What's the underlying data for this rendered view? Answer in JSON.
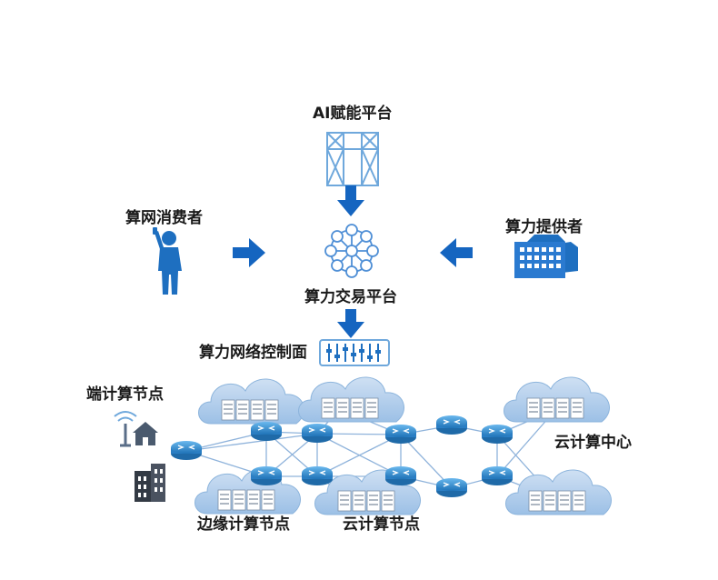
{
  "labels": {
    "ai_platform": "AI赋能平台",
    "consumer": "算网消费者",
    "provider": "算力提供者",
    "exchange": "算力交易平台",
    "control_plane": "算力网络控制面",
    "endpoint_nodes": "端计算节点",
    "cloud_center": "云计算中心",
    "edge_nodes": "边缘计算节点",
    "cloud_nodes": "云计算节点"
  },
  "colors": {
    "accent": "#1565c0",
    "light_blue": "#6fa8dc",
    "cloud_fill": "#e9f0f8",
    "link": "#8fb3db",
    "router": "#3a8fd0",
    "text": "#1a1a1a"
  },
  "icons": {
    "ai_platform": "ai-platform-grid-icon",
    "consumer": "businessman-icon",
    "provider": "building-icon",
    "exchange": "exchange-network-icon",
    "control_plane": "equalizer-icon",
    "wifi_house": "wifi-house-icon",
    "office": "office-building-icon",
    "cloud": "cloud-server-icon",
    "router": "router-icon"
  }
}
